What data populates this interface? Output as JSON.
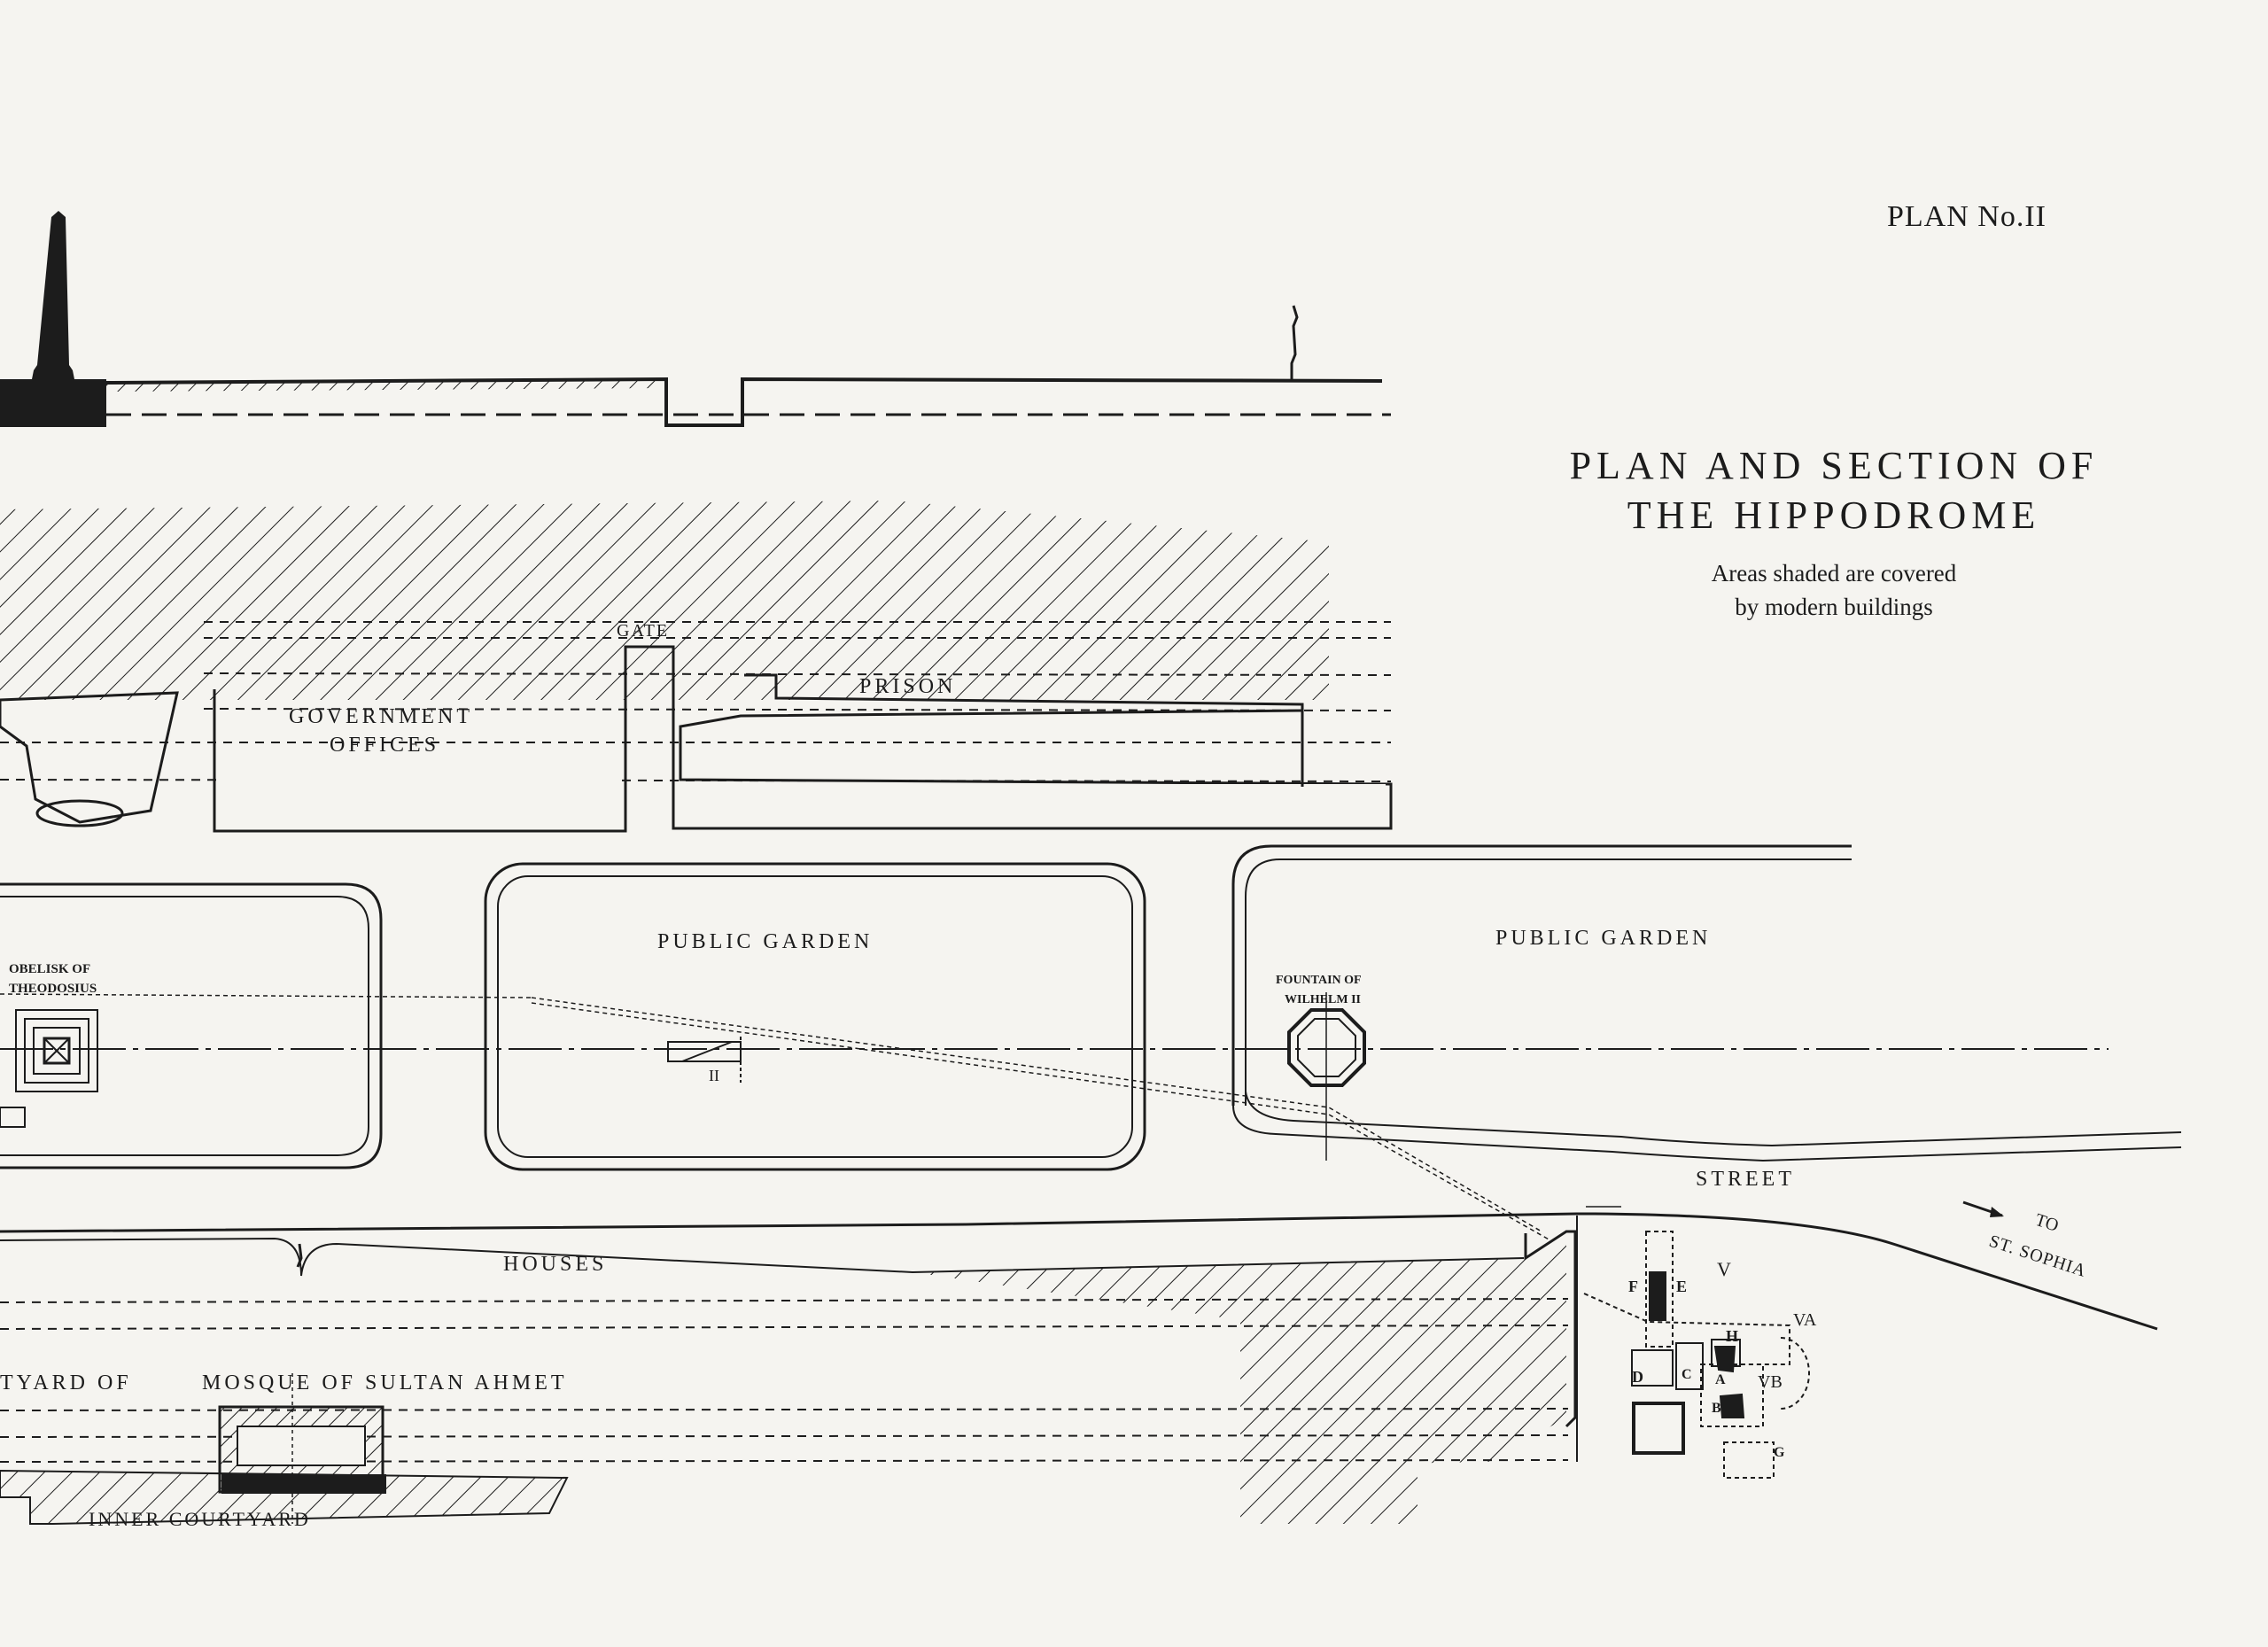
{
  "plan_number": "PLAN No.II",
  "title_line1": "PLAN AND SECTION OF",
  "title_line2": "THE HIPPODROME",
  "subtitle_line1": "Areas shaded are covered",
  "subtitle_line2": "by modern buildings",
  "labels": {
    "gate": "GATE",
    "prison": "PRISON",
    "government": "GOVERNMENT",
    "offices": "OFFICES",
    "public_garden_1": "PUBLIC GARDEN",
    "public_garden_2": "PUBLIC GARDEN",
    "obelisk_1": "OBELISK OF",
    "obelisk_2": "THEODOSIUS",
    "fountain_1": "FOUNTAIN OF",
    "fountain_2": "WILHELM II",
    "marker_ii": "II",
    "street": "STREET",
    "houses": "HOUSES",
    "to": "TO",
    "st_sophia": "ST. SOPHIA",
    "courtyard_of": "TYARD OF",
    "mosque": "MOSQUE OF SULTAN AHMET",
    "inner_courtyard": "INNER COURTYARD",
    "excavation_letters": {
      "f": "F",
      "e": "E",
      "v": "V",
      "va": "VA",
      "h": "H",
      "d": "D",
      "c": "C",
      "a": "A",
      "vb": "VB",
      "b": "B",
      "g": "G"
    }
  },
  "colors": {
    "ink": "#1c1c1c",
    "paper": "#f5f4f0"
  }
}
